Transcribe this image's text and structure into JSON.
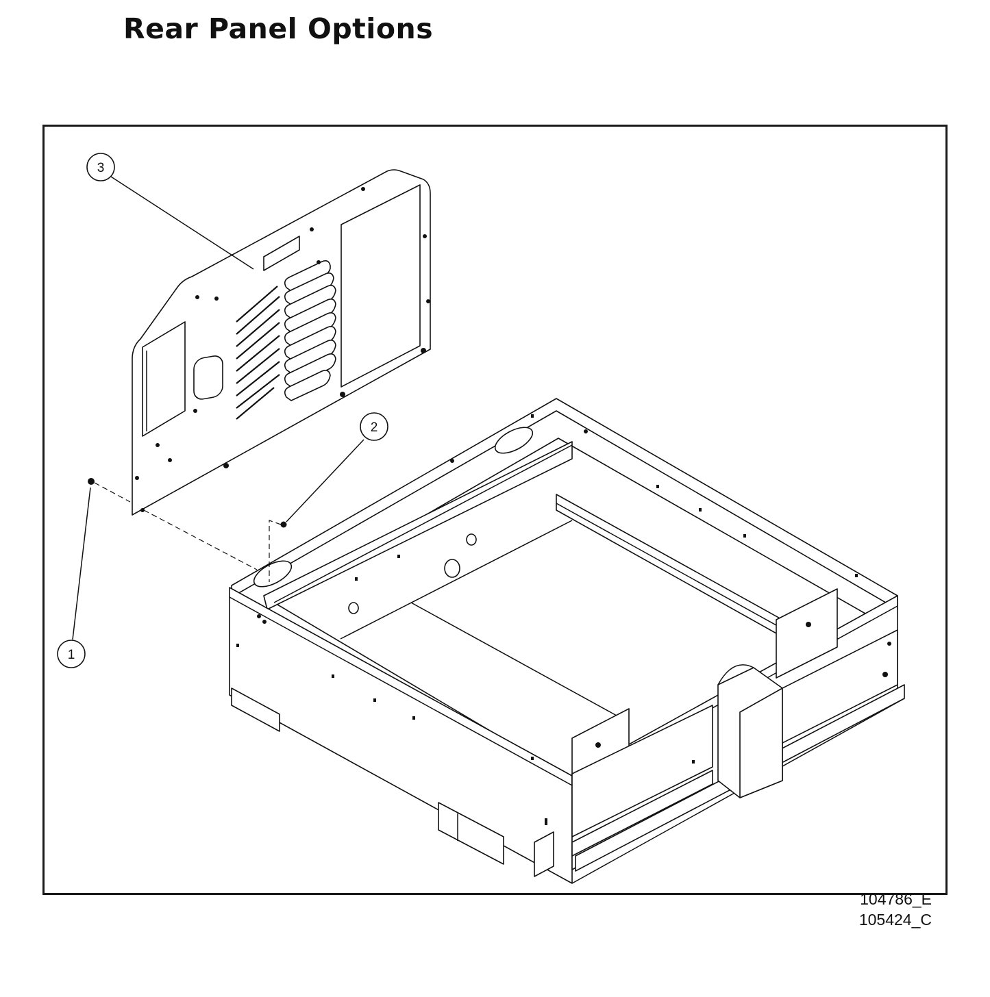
{
  "header": {
    "title": "Rear Panel Options"
  },
  "callouts": [
    {
      "number": "1"
    },
    {
      "number": "2"
    },
    {
      "number": "3"
    }
  ],
  "drawing_numbers": [
    "104786_E",
    "105424_C"
  ]
}
